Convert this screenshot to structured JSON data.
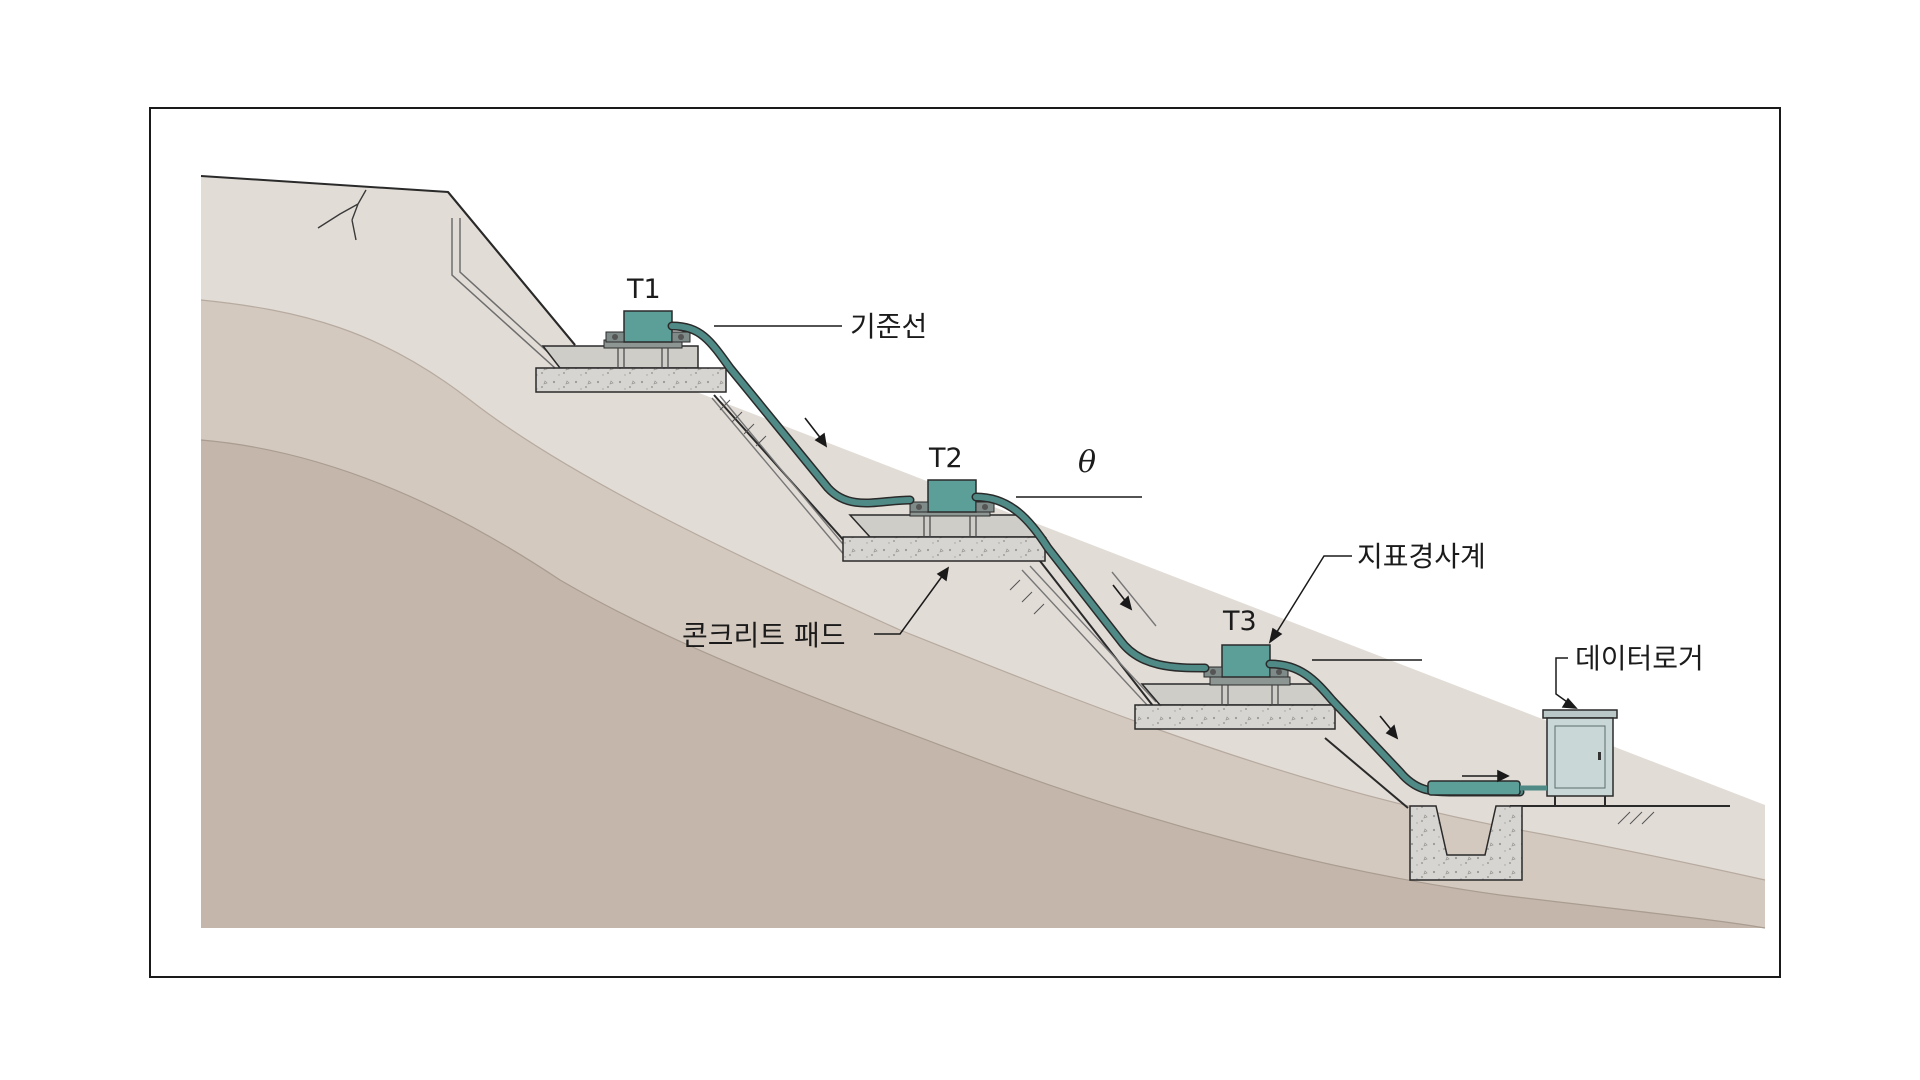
{
  "labels": {
    "t1": "T1",
    "t2": "T2",
    "t3": "T3",
    "theta": "θ",
    "baseline": "기준선",
    "surface_inclinometer": "지표경사계",
    "concrete_pad": "콘크리트 패드",
    "data_logger": "데이터로거"
  },
  "colors": {
    "frame": "#1a1a1a",
    "soil_top": "#e2dcd6",
    "soil_mid": "#d4c9bf",
    "soil_deep": "#c4b6aa",
    "concrete": "#d6d4d0",
    "sensor": "#5c9e98",
    "cable": "#4f8a86",
    "cabinet": "#c9d7d6"
  }
}
